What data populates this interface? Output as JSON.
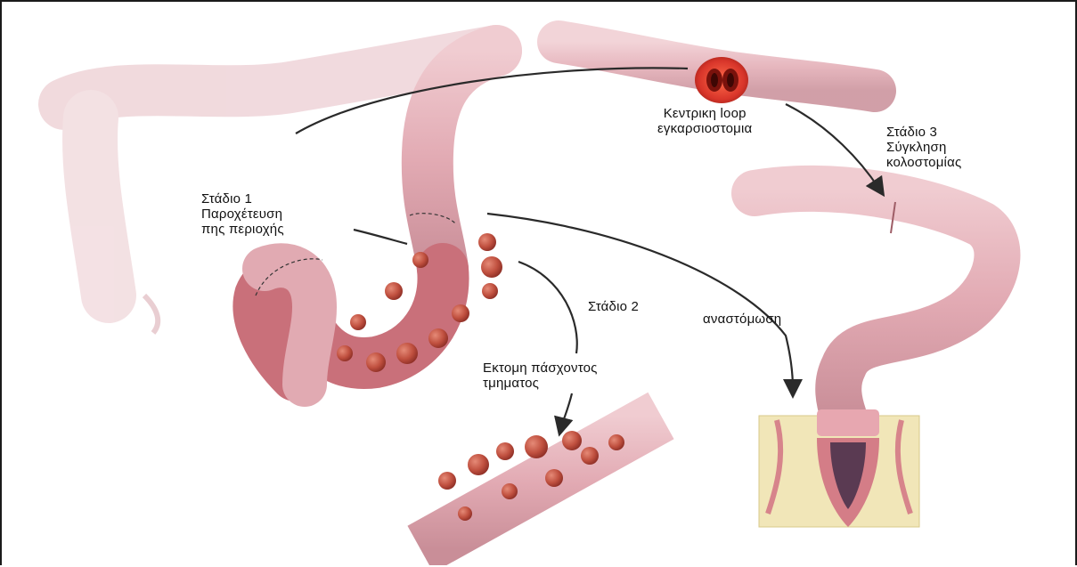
{
  "labels": {
    "center_loop": "Κεντρικη loop\nεγκαρσιοστομια",
    "stage3": "Στάδιο 3\nΣύγκληση\nκολοστομίας",
    "stage1": "Στάδιο 1\nΠαροχέτευση\nπης περιοχής",
    "stage2": "Στάδιο 2",
    "anastomosis": "αναστόμωση",
    "excision": "Εκτομη πάσχοντος\nτμηματος"
  },
  "colors": {
    "colon": "#e7b6bd",
    "colon_shadow": "#c98e98",
    "colon_faded": "#efdadd",
    "diverticula": "#c8584c",
    "stoma": "#d8352a",
    "fat": "#e9c95a",
    "pelvis": "#f1e6b8",
    "arrow": "#2a2a2a"
  }
}
